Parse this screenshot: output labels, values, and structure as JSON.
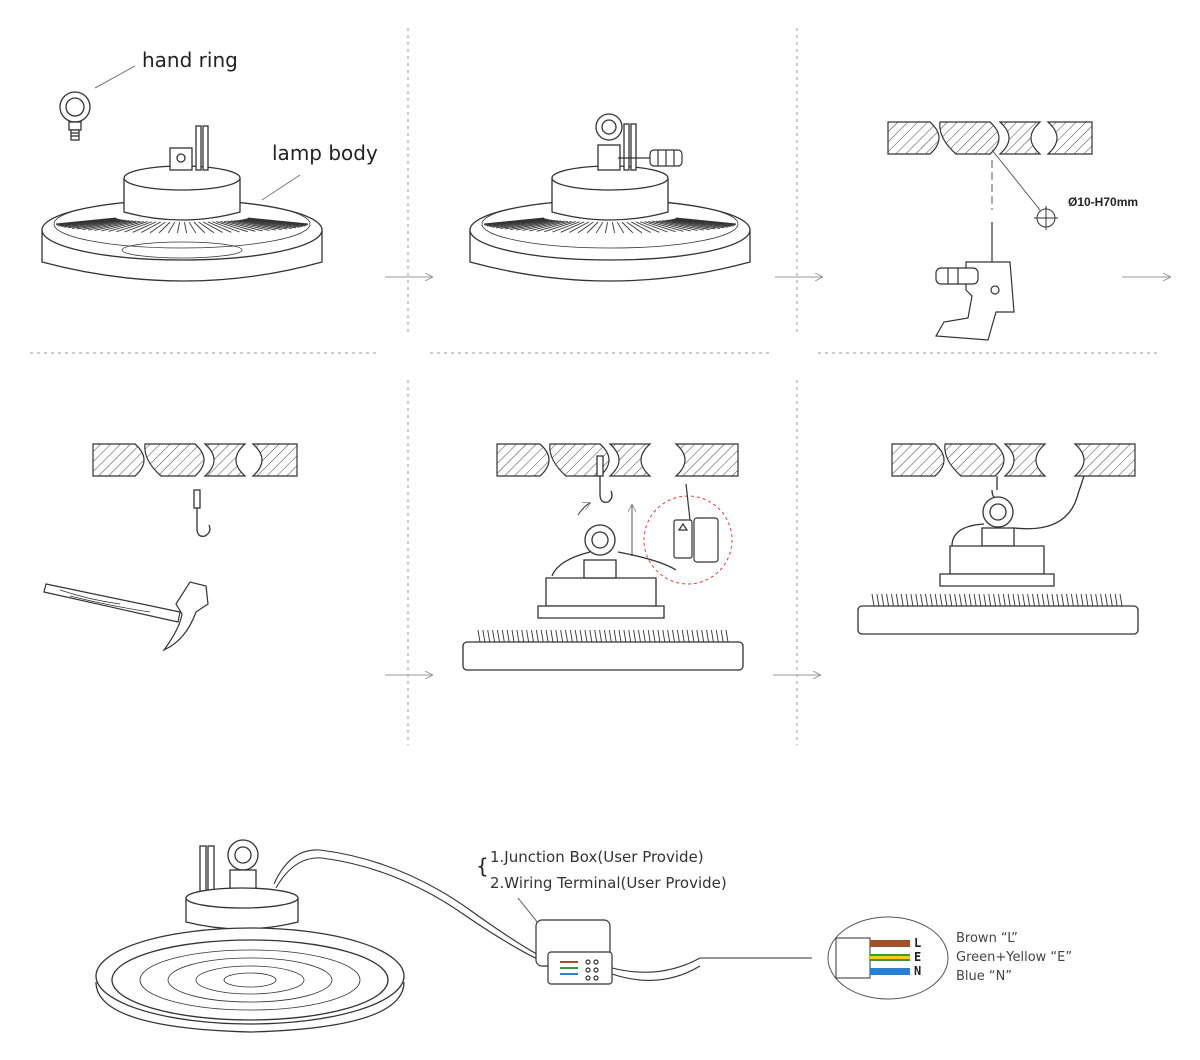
{
  "labels": {
    "hand_ring": "hand ring",
    "lamp_body": "lamp body",
    "hole_spec": "Ø10-H70mm",
    "junction_box": "1.Junction Box(User Provide)",
    "wiring_terminal": "2.Wiring Terminal(User Provide)"
  },
  "wiring": [
    {
      "name": "Brown “L”",
      "letter": "L",
      "color": "#a0522d"
    },
    {
      "name": "Green+Yellow “E”",
      "letter": "E",
      "color": "#3a9a3a"
    },
    {
      "name": "Blue “N”",
      "letter": "N",
      "color": "#2a7fd4"
    }
  ],
  "colors": {
    "line": "#333333",
    "guide": "#9a9a9a",
    "accent_circle": "#e04040",
    "yellow_stripe": "#e8d21a"
  },
  "icons": [
    "hand-ring-icon",
    "lamp-body-icon",
    "screwdriver-icon",
    "drill-icon",
    "hook-icon",
    "hammer-icon",
    "junction-box-icon",
    "wire-end-icon"
  ]
}
